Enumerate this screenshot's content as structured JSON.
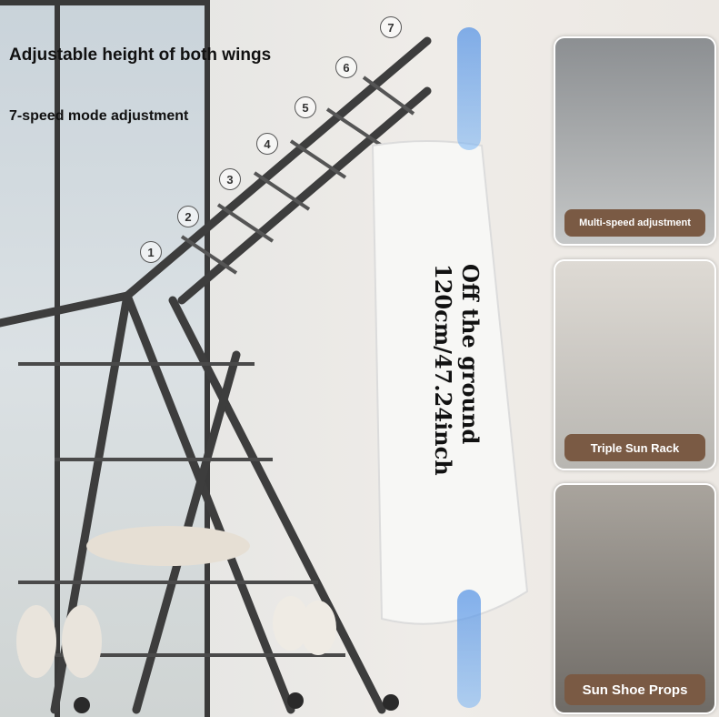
{
  "headline": "Adjustable height of both wings",
  "subline": "7-speed mode adjustment",
  "speed_levels": [
    "1",
    "2",
    "3",
    "4",
    "5",
    "6",
    "7"
  ],
  "height_label": "Off the ground 120cm/47.24inch",
  "panels": [
    {
      "caption": "Multi-speed adjustment"
    },
    {
      "caption": "Triple Sun Rack"
    },
    {
      "caption": "Sun Shoe Props"
    }
  ],
  "colors": {
    "caption_bg": "#7a5a44",
    "arrow_blue": "#4a8fe0",
    "rack_metal": "#3d3d3d"
  }
}
